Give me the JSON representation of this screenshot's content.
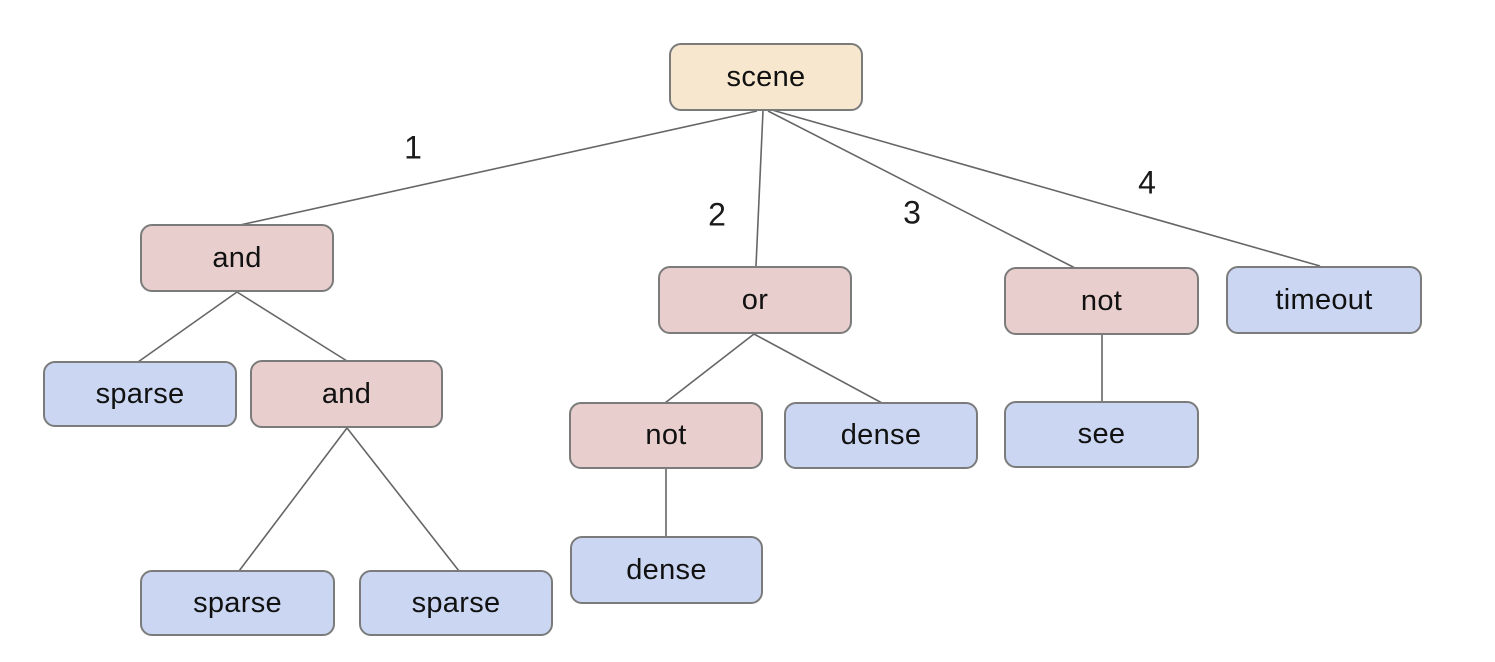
{
  "diagram": {
    "type": "tree",
    "colors": {
      "background": "#ffffff",
      "root_fill": "#f6e7ce",
      "operator_fill": "#e8cfce",
      "leaf_fill": "#cbd7f2",
      "node_border": "#7b7b7b",
      "edge_stroke": "#666666",
      "text": "#111111"
    },
    "nodes": [
      {
        "id": "scene",
        "label": "scene",
        "kind": "root",
        "parent": null
      },
      {
        "id": "and-1",
        "label": "and",
        "kind": "operator",
        "parent": "scene"
      },
      {
        "id": "or-1",
        "label": "or",
        "kind": "operator",
        "parent": "scene"
      },
      {
        "id": "not-1",
        "label": "not",
        "kind": "operator",
        "parent": "scene"
      },
      {
        "id": "timeout",
        "label": "timeout",
        "kind": "leaf",
        "parent": "scene"
      },
      {
        "id": "sparse-1",
        "label": "sparse",
        "kind": "leaf",
        "parent": "and-1"
      },
      {
        "id": "and-2",
        "label": "and",
        "kind": "operator",
        "parent": "and-1"
      },
      {
        "id": "not-2",
        "label": "not",
        "kind": "operator",
        "parent": "or-1"
      },
      {
        "id": "dense-1",
        "label": "dense",
        "kind": "leaf",
        "parent": "or-1"
      },
      {
        "id": "see",
        "label": "see",
        "kind": "leaf",
        "parent": "not-1"
      },
      {
        "id": "sparse-2",
        "label": "sparse",
        "kind": "leaf",
        "parent": "and-2"
      },
      {
        "id": "sparse-3",
        "label": "sparse",
        "kind": "leaf",
        "parent": "and-2"
      },
      {
        "id": "dense-2",
        "label": "dense",
        "kind": "leaf",
        "parent": "not-2"
      }
    ],
    "edges": [
      {
        "from": "scene",
        "to": "and-1",
        "label": "1"
      },
      {
        "from": "scene",
        "to": "or-1",
        "label": "2"
      },
      {
        "from": "scene",
        "to": "not-1",
        "label": "3"
      },
      {
        "from": "scene",
        "to": "timeout",
        "label": "4"
      },
      {
        "from": "and-1",
        "to": "sparse-1",
        "label": ""
      },
      {
        "from": "and-1",
        "to": "and-2",
        "label": ""
      },
      {
        "from": "or-1",
        "to": "not-2",
        "label": ""
      },
      {
        "from": "or-1",
        "to": "dense-1",
        "label": ""
      },
      {
        "from": "not-1",
        "to": "see",
        "label": ""
      },
      {
        "from": "and-2",
        "to": "sparse-2",
        "label": ""
      },
      {
        "from": "and-2",
        "to": "sparse-3",
        "label": ""
      },
      {
        "from": "not-2",
        "to": "dense-2",
        "label": ""
      }
    ]
  }
}
